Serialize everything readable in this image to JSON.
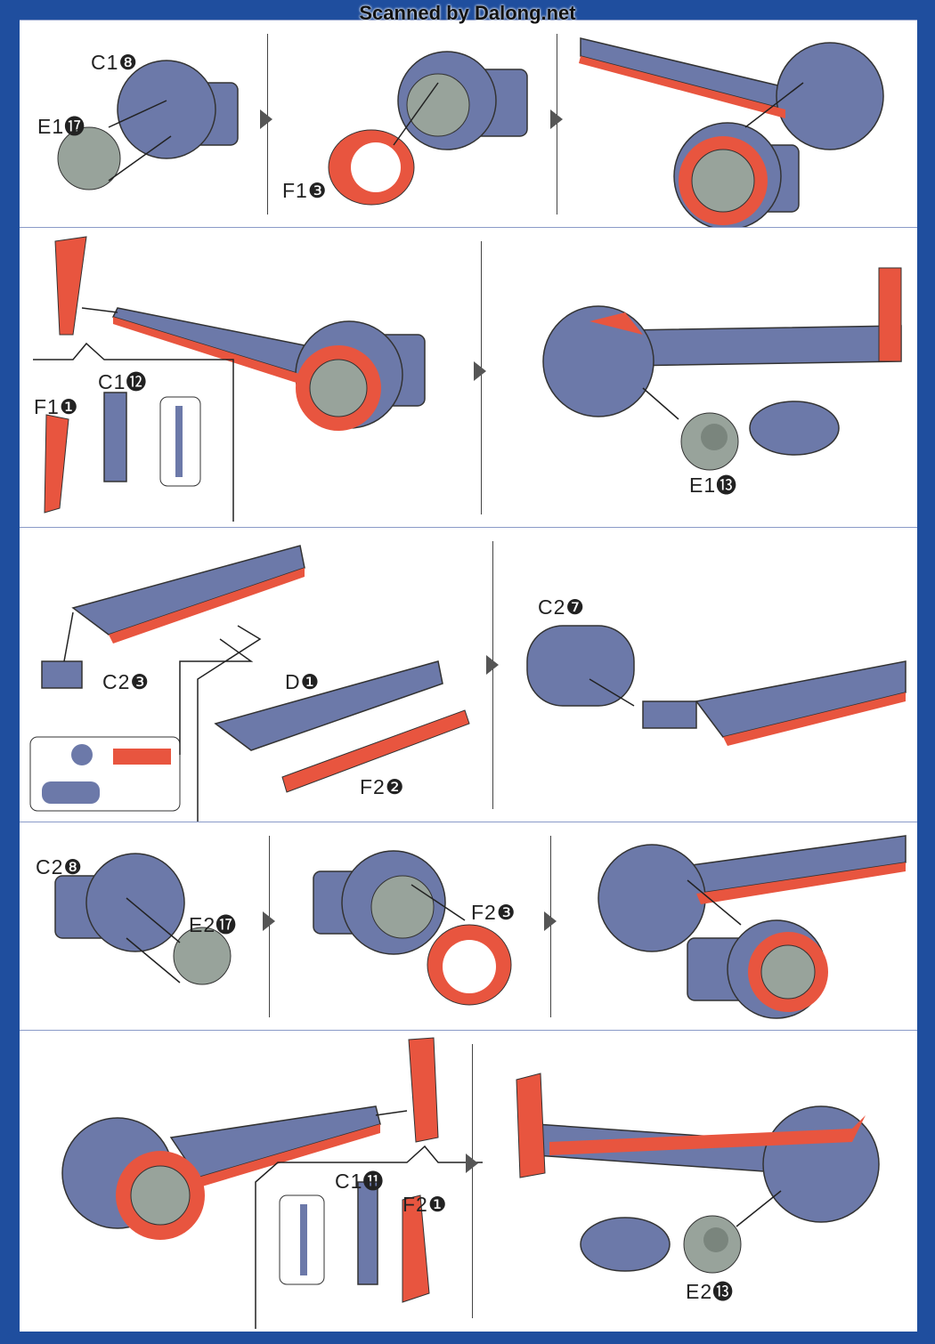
{
  "header": {
    "title": "Scanned by Dalong.net"
  },
  "steps": [
    {
      "labels": [
        "C1❽",
        "E1⓱",
        "F1❸"
      ]
    },
    {
      "labels": [
        "C1⓬",
        "F1❶",
        "E1⓭"
      ]
    },
    {
      "labels": [
        "C2❸",
        "D❶",
        "F2❷",
        "C2❼"
      ]
    },
    {
      "labels": [
        "C2❽",
        "E2⓱",
        "F2❸"
      ]
    },
    {
      "labels": [
        "C1⓫",
        "F2❶",
        "E2⓭"
      ]
    }
  ],
  "colors": {
    "part_blue": "#6c79a9",
    "part_red": "#e8553f",
    "part_gray": "#98a39b",
    "border": "#1f4e9e"
  }
}
